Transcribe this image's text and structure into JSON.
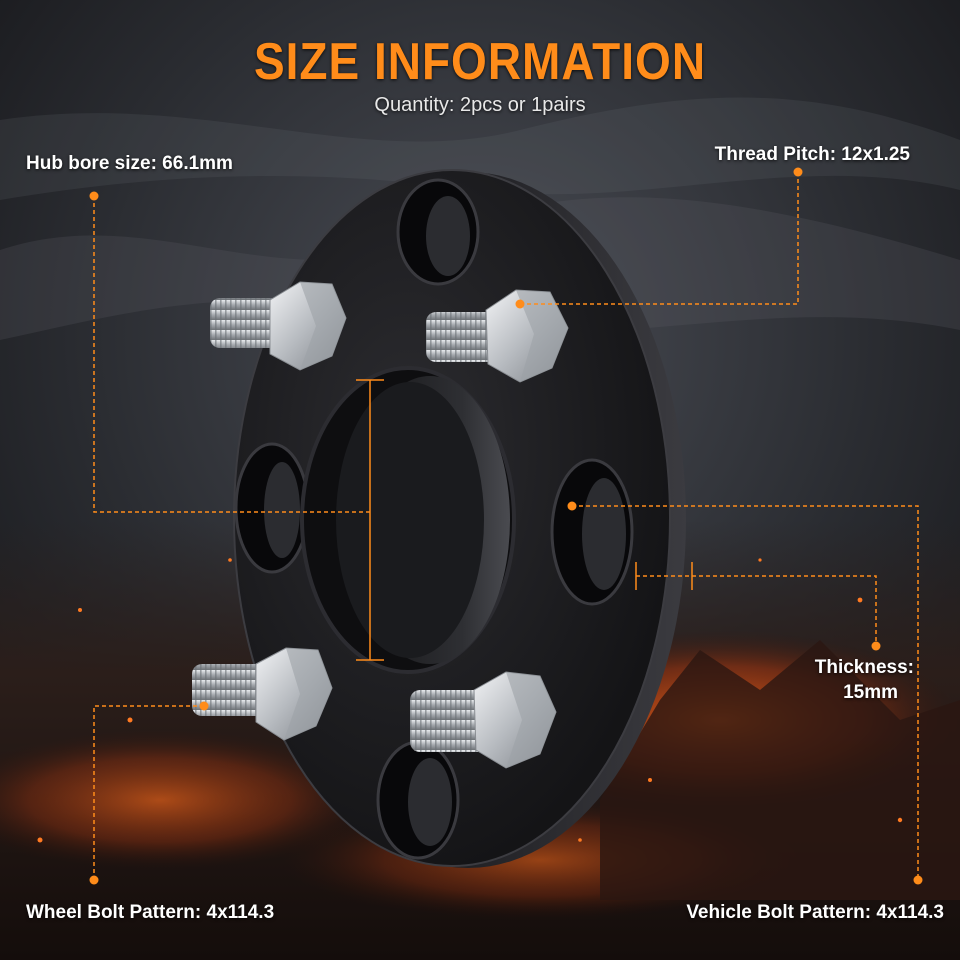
{
  "header": {
    "title": "SIZE INFORMATION",
    "subtitle": "Quantity: 2pcs or 1pairs"
  },
  "specs": {
    "hub_bore": "Hub bore size:  66.1mm",
    "thread_pitch": "Thread Pitch:  12x1.25",
    "thickness_line1": "Thickness:",
    "thickness_line2": "15mm",
    "wheel_bolt_pattern": "Wheel Bolt Pattern:  4x114.3",
    "vehicle_bolt_pattern": "Vehicle Bolt Pattern: 4x114.3"
  },
  "colors": {
    "accent": "#ff8c1a",
    "text": "#ffffff",
    "spacer": "#1c1c1e"
  }
}
